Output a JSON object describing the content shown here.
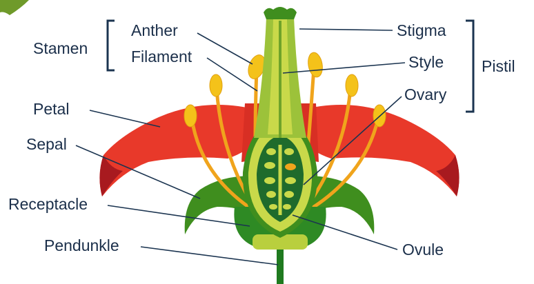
{
  "labels": {
    "stamen": "Stamen",
    "anther": "Anther",
    "filament": "Filament",
    "petal": "Petal",
    "sepal": "Sepal",
    "receptacle": "Receptacle",
    "pendunkle": "Pendunkle",
    "stigma": "Stigma",
    "style": "Style",
    "pistil": "Pistil",
    "ovary": "Ovary",
    "ovule": "Ovule"
  },
  "colors": {
    "petal_red": "#e8392a",
    "petal_dark": "#a81a1f",
    "sepal_green": "#3f8e1e",
    "stem_green": "#1f7a1f",
    "pistil_light": "#c9d94a",
    "ovary_dark": "#1f6b2c",
    "anther_yellow": "#f4c21a",
    "filament_orange": "#f0a41c",
    "label_text": "#1b2f4a",
    "leader_line": "#1b3450"
  }
}
